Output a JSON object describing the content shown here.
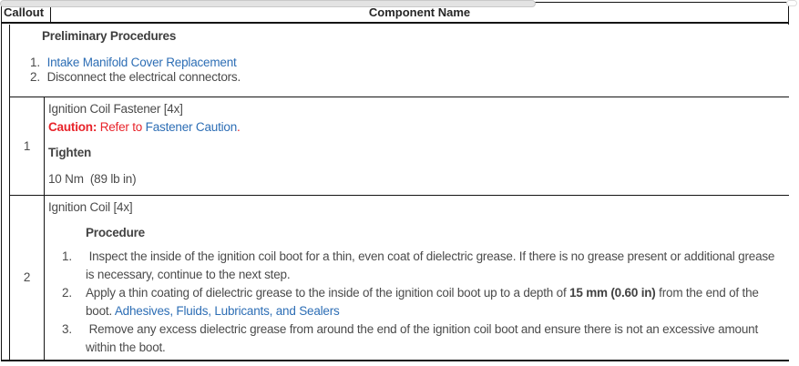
{
  "colors": {
    "link_blue": "#2d6eb5",
    "caution_red": "#e8232a",
    "body_text": "#4b4b4b",
    "border": "#141414",
    "scrollbar_thumb": "#e3e3e3"
  },
  "scrollbar": {
    "orientation": "horizontal",
    "position": "top"
  },
  "header": {
    "callout_label": "Callout",
    "component_label": "Component Name"
  },
  "preliminary": {
    "title": "Preliminary Procedures",
    "steps": [
      {
        "number": "1",
        "text": "Intake Manifold Cover Replacement",
        "is_link": true
      },
      {
        "number": "2",
        "text": "Disconnect the electrical connectors.",
        "is_link": false
      }
    ]
  },
  "rows": [
    {
      "callout": "1",
      "component": "Ignition Coil Fastener [4x]",
      "caution": {
        "label": "Caution:",
        "prefix": " Refer to ",
        "link": "Fastener Caution",
        "suffix": "."
      },
      "tighten_label": "Tighten",
      "torque": "10 Nm  (89 lb in)"
    },
    {
      "callout": "2",
      "component": "Ignition Coil [4x]",
      "procedure_label": "Procedure",
      "steps": [
        {
          "number": "1",
          "text": "Inspect the inside of the ignition coil boot for a thin, even coat of dielectric grease. If there is no grease present or additional grease is necessary, continue to the next step."
        },
        {
          "number": "2",
          "before_bold": "Apply a thin coating of dielectric grease to the inside of the ignition coil boot up to a depth of ",
          "bold": "15 mm (0.60 in)",
          "after_bold": " from the end of the boot. ",
          "link_text": "Adhesives, Fluids, Lubricants, and Sealers"
        },
        {
          "number": "3",
          "text": "Remove any excess dielectric grease from around the end of the ignition coil boot and ensure there is not an excessive amount within the boot."
        }
      ]
    }
  ]
}
